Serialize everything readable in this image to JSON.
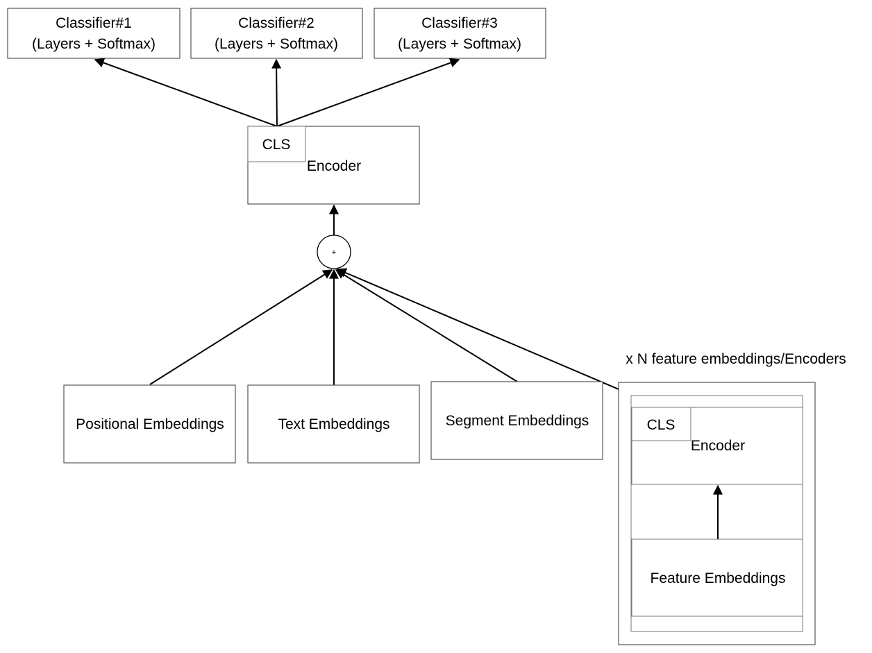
{
  "classifiers": [
    {
      "title": "Classifier#1",
      "subtitle": "(Layers + Softmax)"
    },
    {
      "title": "Classifier#2",
      "subtitle": "(Layers + Softmax)"
    },
    {
      "title": "Classifier#3",
      "subtitle": "(Layers + Softmax)"
    }
  ],
  "main_encoder": {
    "cls": "CLS",
    "label": "Encoder"
  },
  "sum_node": {
    "symbol": "+"
  },
  "embeddings": {
    "positional": "Positional Embeddings",
    "text": "Text Embeddings",
    "segment": "Segment Embeddings"
  },
  "feature_group": {
    "caption": "x N feature embeddings/Encoders",
    "cls": "CLS",
    "encoder": "Encoder",
    "feature": "Feature Embeddings"
  }
}
